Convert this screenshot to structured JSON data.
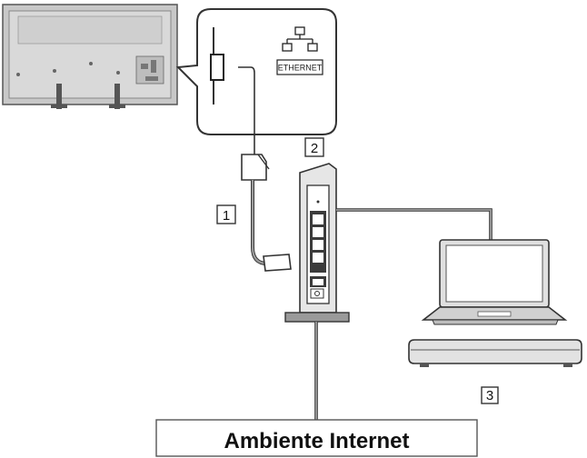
{
  "diagram": {
    "ethernet_port_label": "ETHERNET",
    "network_icon": "network-icon",
    "callouts": [
      {
        "id": "cable",
        "label": "1"
      },
      {
        "id": "router",
        "label": "2"
      },
      {
        "id": "devices",
        "label": "3"
      }
    ],
    "internet_box_label": "Ambiente Internet",
    "colors": {
      "line": "#444444",
      "cable": "#8a8a8a",
      "device_fill": "#d6d6d6",
      "device_dark": "#7a7a7a"
    }
  }
}
